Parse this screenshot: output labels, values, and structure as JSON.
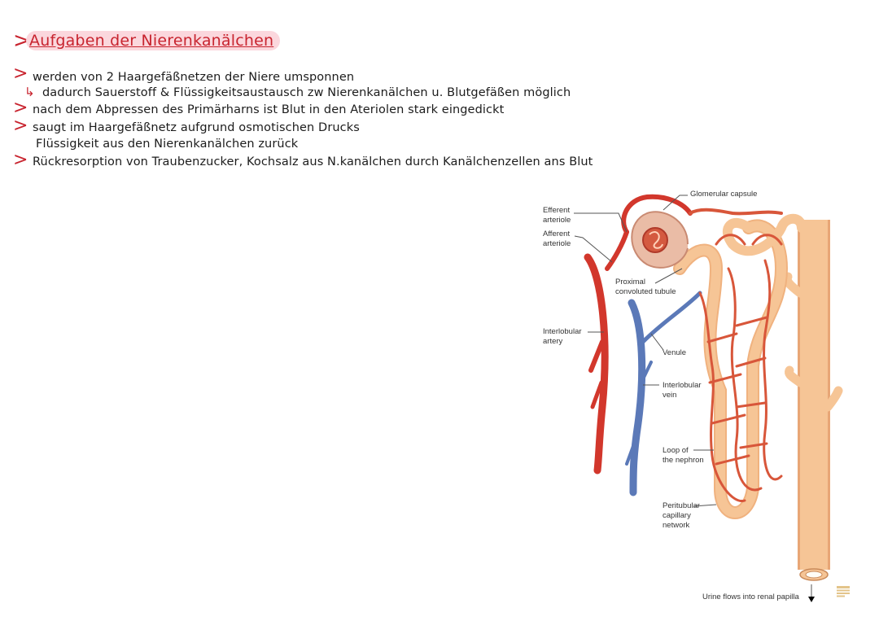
{
  "notes": {
    "title": "Aufgaben der Nierenkanälchen",
    "lines": [
      "werden von 2 Haargefäßnetzen der Niere umsponnen",
      "dadurch Sauerstoff & Flüssigkeitsaustausch zw Nierenkanälchen u. Blutgefäßen möglich",
      "nach dem Abpressen des Primärharns ist Blut in den Ateriolen stark eingedickt",
      "saugt im Haargefäßnetz aufgrund osmotischen Drucks",
      "Flüssigkeit aus den Nierenkanälchen zurück",
      "Rückresorption von Traubenzucker, Kochsalz aus N.kanälchen durch Kanälchenzellen ans Blut"
    ]
  },
  "figure": {
    "labels": {
      "glomerular_capsule": "Glomerular capsule",
      "efferent_1": "Efferent",
      "efferent_2": "arteriole",
      "afferent_1": "Afferent",
      "afferent_2": "arteriole",
      "proximal_1": "Proximal",
      "proximal_2": "convoluted tubule",
      "interlobular_artery_1": "Interlobular",
      "interlobular_artery_2": "artery",
      "venule": "Venule",
      "interlobular_vein_1": "Interlobular",
      "interlobular_vein_2": "vein",
      "loop_1": "Loop of",
      "loop_2": "the nephron",
      "peritubular_1": "Peritubular",
      "peritubular_2": "capillary",
      "peritubular_3": "network",
      "urine": "Urine flows into renal papilla"
    },
    "colors": {
      "artery": "#d2372c",
      "vein": "#5b79b8",
      "tubule": "#f6c596",
      "capillary": "#d8563a",
      "accent": "#c8242f"
    }
  }
}
